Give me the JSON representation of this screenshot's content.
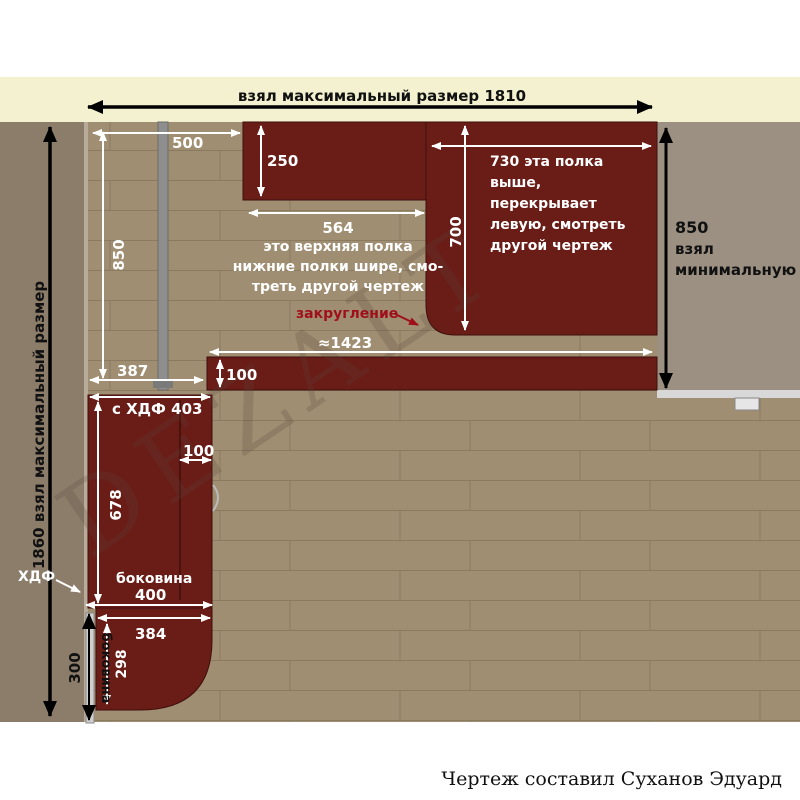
{
  "colors": {
    "ceiling": "#f3f1cf",
    "floor": "#a08e72",
    "wall": "#8c7d6b",
    "wall_right": "#9c9082",
    "wood": "#6a1c17",
    "wood_dark": "#4d120f",
    "pipe": "#8e8e8e"
  },
  "dimensions": {
    "max_width": "взял максимальный размер 1810",
    "d500": "500",
    "d250": "250",
    "d564": "564",
    "d850_left": "850",
    "d700": "700",
    "d730_note": [
      "730 эта полка",
      "выше,",
      "перекрывает",
      "левую, смотреть",
      "другой чертеж"
    ],
    "d850_right": [
      "850",
      "взял",
      "минимальную"
    ],
    "top_shelf_note": [
      "это верхняя полка",
      "нижние полки шире, смо-",
      "треть другой чертеж"
    ],
    "rounding": "закругление",
    "d1423": "≈1423",
    "d387": "387",
    "d100_shelf": "100",
    "hdf403": "с ХДФ 403",
    "d100_cab": "100",
    "d678": "678",
    "bokovina": "боковина",
    "d400": "400",
    "d384": "384",
    "d298": "298",
    "bokovina_v": "боковина",
    "d300": "300",
    "max_height": "1860 взял максимальный размер",
    "hdf": "ХДФ"
  },
  "watermark": "DEZALT",
  "caption": "Чертеж составил Суханов Эдуард"
}
